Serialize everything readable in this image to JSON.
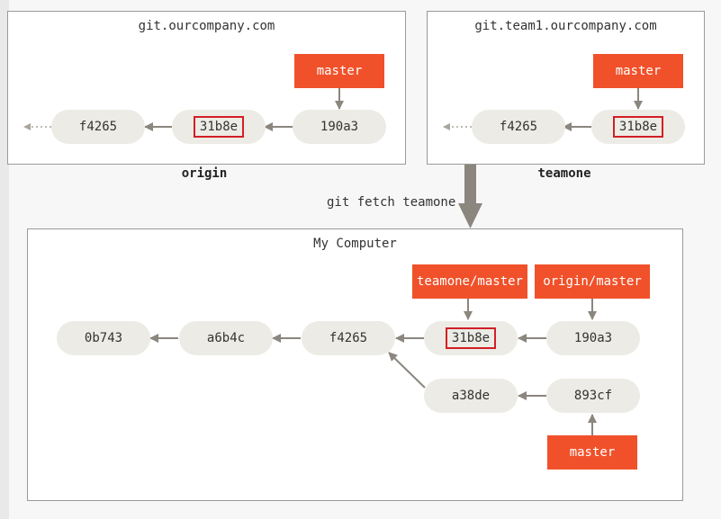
{
  "remotes": {
    "origin": {
      "host": "git.ourcompany.com",
      "name": "origin",
      "commits": [
        "f4265",
        "31b8e",
        "190a3"
      ],
      "branch": "master"
    },
    "teamone": {
      "host": "git.team1.ourcompany.com",
      "name": "teamone",
      "commits": [
        "f4265",
        "31b8e"
      ],
      "branch": "master"
    }
  },
  "fetch_command": "git fetch teamone",
  "local": {
    "title": "My Computer",
    "commits": [
      "0b743",
      "a6b4c",
      "f4265",
      "31b8e",
      "190a3",
      "a38de",
      "893cf"
    ],
    "branches": {
      "teamone_master": "teamone/master",
      "origin_master": "origin/master",
      "master": "master"
    }
  },
  "colors": {
    "branch_fill": "#f0512a",
    "commit_fill": "#ecebe5",
    "highlight": "#d21f26",
    "arrow": "#8b867e"
  }
}
